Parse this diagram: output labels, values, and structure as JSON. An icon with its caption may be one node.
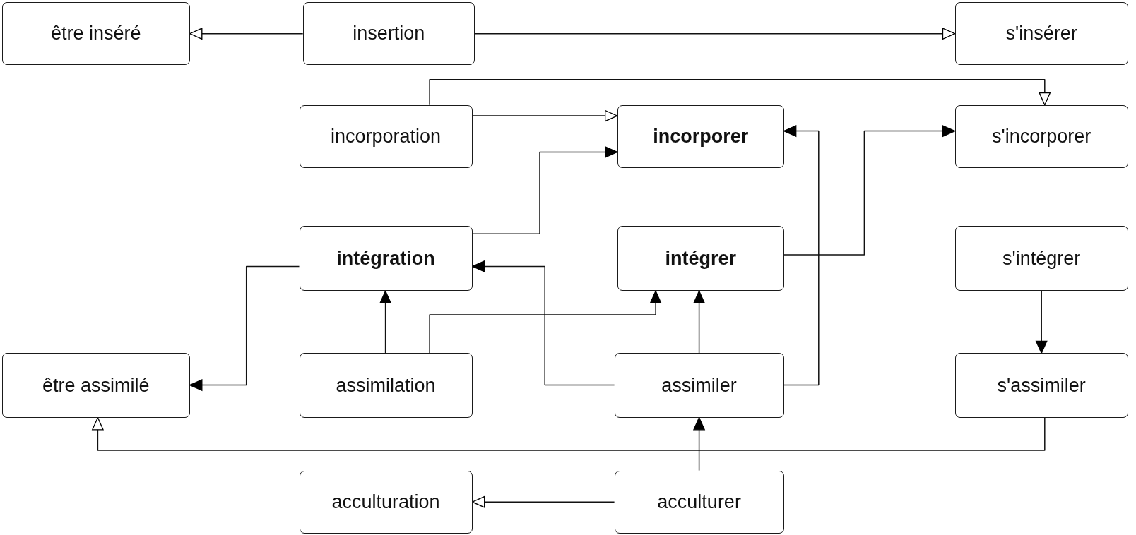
{
  "diagram": {
    "nodes": [
      {
        "text": [
          "être inséré"
        ]
      },
      {
        "text": [
          "insertion"
        ]
      },
      {
        "text": [
          "s'insérer"
        ]
      },
      {
        "text": [
          "incorporation"
        ]
      },
      {
        "text": [
          "incorporer"
        ]
      },
      {
        "text": [
          "s'incorporer"
        ]
      },
      {
        "text": [
          "intégration"
        ]
      },
      {
        "text": [
          "intégrer"
        ]
      },
      {
        "text": [
          "s'intégrer"
        ]
      },
      {
        "text": [
          "être assimilé"
        ]
      },
      {
        "text": [
          "assimilation"
        ]
      },
      {
        "text": [
          "assimiler"
        ]
      },
      {
        "text": [
          "s'assimiler"
        ]
      },
      {
        "text": [
          "acculturation"
        ]
      },
      {
        "text": [
          "acculturer"
        ]
      }
    ],
    "edges": [
      {
        "from": 1,
        "to": 0,
        "arrow": "to"
      },
      {
        "from": 1,
        "to": 2,
        "arrow": "to"
      },
      {
        "from": 3,
        "to": 5,
        "arrow": "to"
      },
      {
        "from": 3,
        "to": 4,
        "arrow": "to"
      },
      {
        "from": 6,
        "to": 4,
        "arrow": "to"
      },
      {
        "from": 7,
        "to": 5,
        "arrow": "to"
      },
      {
        "from": 6,
        "to": 9,
        "arrow": "to"
      },
      {
        "from": 10,
        "to": 6,
        "arrow": "to"
      },
      {
        "from": 10,
        "to": 7,
        "arrow": "to"
      },
      {
        "from": 11,
        "to": 7,
        "arrow": "to"
      },
      {
        "from": 11,
        "to": 6,
        "arrow": "to"
      },
      {
        "from": 11,
        "to": 4,
        "arrow": "to"
      },
      {
        "from": 8,
        "to": 12,
        "arrow": "to"
      },
      {
        "from": 12,
        "to": 9,
        "arrow": "to"
      },
      {
        "from": 14,
        "to": 11,
        "arrow": "to"
      },
      {
        "from": 14,
        "to": 13,
        "arrow": "to"
      }
    ]
  }
}
